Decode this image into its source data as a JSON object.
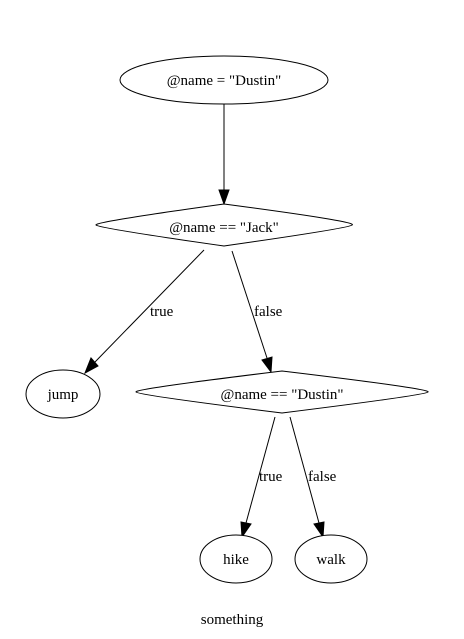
{
  "diagram": {
    "nodes": {
      "assign": "@name = \"Dustin\"",
      "cond_jack": "@name == \"Jack\"",
      "jump": "jump",
      "cond_dustin": "@name == \"Dustin\"",
      "hike": "hike",
      "walk": "walk"
    },
    "edges": {
      "jack_true": "true",
      "jack_false": "false",
      "dustin_true": "true",
      "dustin_false": "false"
    },
    "caption": "something"
  }
}
